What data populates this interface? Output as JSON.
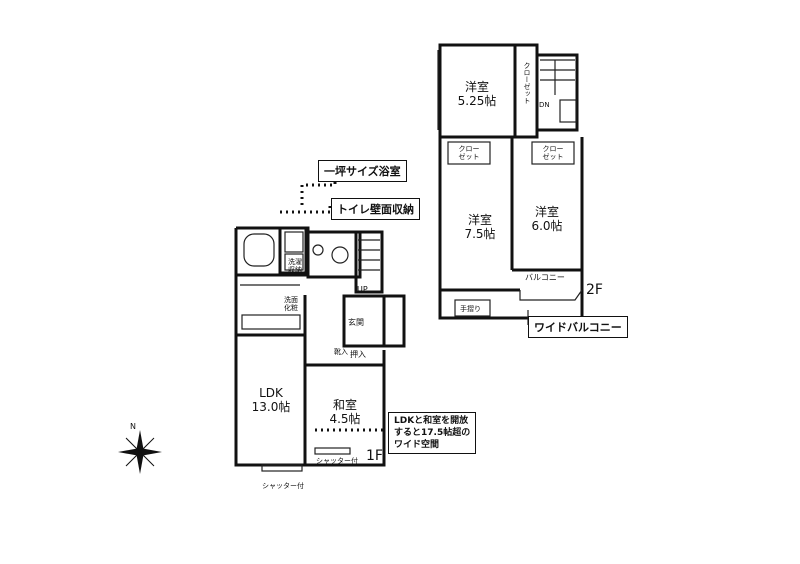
{
  "first_floor": {
    "floor_label": "1F",
    "rooms": {
      "ldk": "LDK\n13.0帖",
      "washitsu": "和室\n4.5帖",
      "genkan": "玄関",
      "oshiire": "押入",
      "kutsu": "靴入",
      "up": "UP",
      "washroom_1": "洗面",
      "washroom_2": "化粧",
      "storage_1": "洗濯",
      "storage_2": "収納"
    },
    "shutter_1": "シャッター付",
    "shutter_2": "シャッター付"
  },
  "second_floor": {
    "floor_label": "2F",
    "rooms": {
      "youshitsu_a": "洋室\n5.25帖",
      "youshitsu_b": "洋室\n7.5帖",
      "youshitsu_c": "洋室\n6.0帖",
      "closet_a": "クローゼット",
      "closet_b": "クロー\nゼット",
      "closet_c": "クロー\nゼット",
      "dn": "DN",
      "balcony": "バルコニー",
      "tesuri": "手摺り"
    }
  },
  "callouts": {
    "bath": "一坪サイズ浴室",
    "toilet": "トイレ壁面収納",
    "wide_balcony": "ワイドバルコニー",
    "wide_space": "LDKと和室を開放\nすると17.5帖超の\nワイド空間"
  },
  "compass": "N",
  "colors": {
    "ink": "#111111",
    "paper": "#ffffff"
  }
}
